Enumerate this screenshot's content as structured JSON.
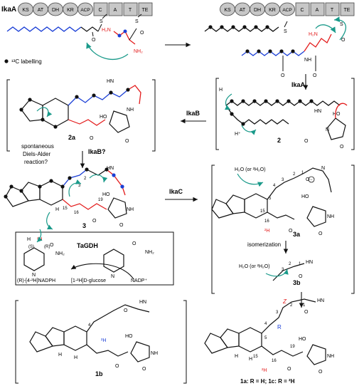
{
  "enzyme_top": "IkaA",
  "domains": [
    "KS",
    "AT",
    "DH",
    "KR",
    "ACP",
    "C",
    "A",
    "T",
    "TE"
  ],
  "labelling_legend": "¹³C labelling",
  "pathway_labels": {
    "ikaA": "IkaA",
    "ikaB": "IkaB",
    "ikaB_q": "IkaB?",
    "spontaneous": [
      "spontaneous",
      "Diels-Alder",
      "reaction?"
    ],
    "ikaC": "IkaC",
    "isomerization": "isomerization",
    "tagdh": "TaGDH"
  },
  "compounds": {
    "c2": "2",
    "c2a": "2a",
    "c3": "3",
    "c3a": "3a",
    "c3b": "3b",
    "c1b": "1b",
    "c1a": "1a: R = H; 1c: R = ²H"
  },
  "water": "H₂O (or ²H₂O)",
  "nadph": "(R)-[4-²H]NADPH",
  "glucose": "[1-²H]D-glucose",
  "nadp": "NADP⁺",
  "atom_labels": {
    "H": "H",
    "Hplus": "H⁺",
    "HO": "HO",
    "HN": "HN",
    "NH": "NH",
    "NH2": "NH₂",
    "H2N": "H₂N",
    "O": "O",
    "S": "S",
    "N": "N",
    "R": "R",
    "Z": "Z",
    "D": "²H",
    "n1": "1",
    "n2": "2",
    "n3": "3",
    "n4": "4",
    "n5": "5",
    "n15": "15",
    "n16": "16",
    "n19": "19",
    "rS": "(S)",
    "rR": "(R)",
    "CONH2": "NH₂",
    "Oam": "O"
  },
  "colors": {
    "domain_fill": "#c7c7c7",
    "blue": "#1b3fd6",
    "red": "#e31b1b",
    "teal": "#1a9a8a",
    "dot": "#111111"
  }
}
